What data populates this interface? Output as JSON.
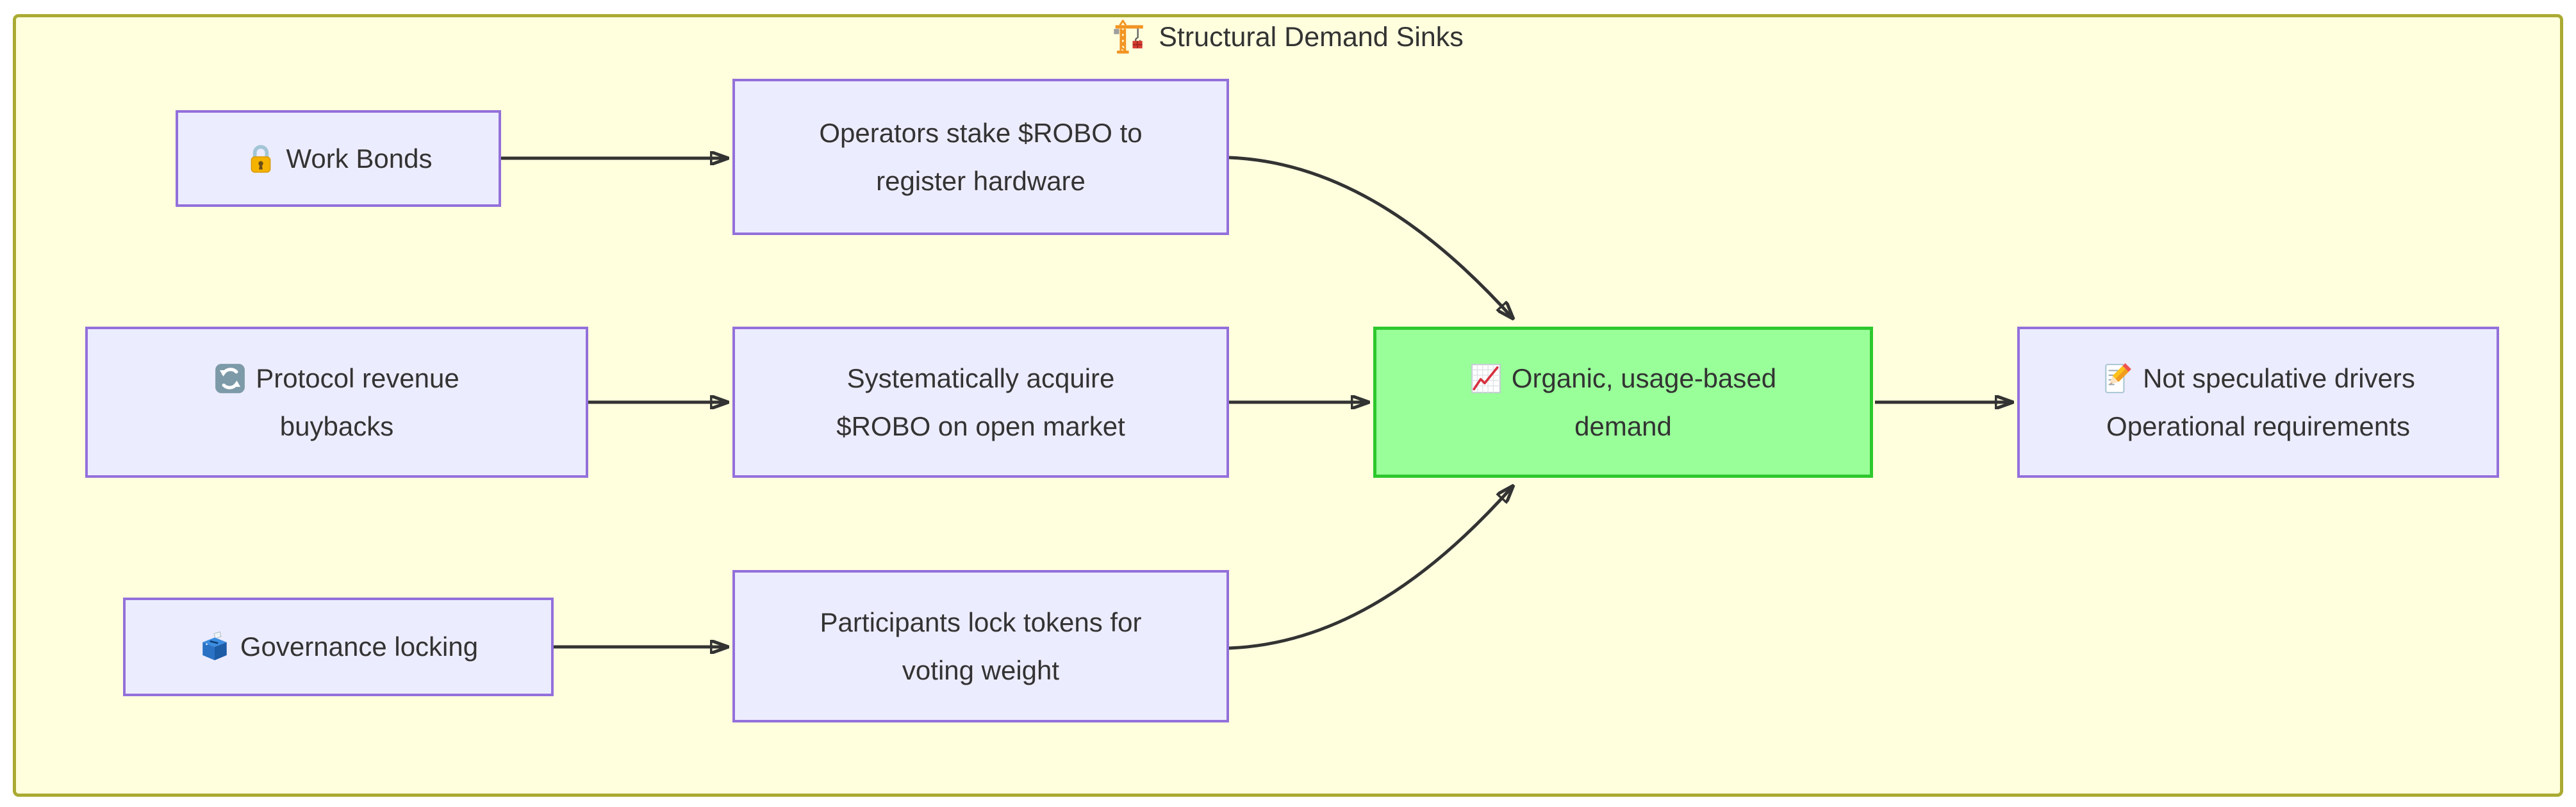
{
  "diagram": {
    "title": {
      "icon": "building-construction-icon",
      "text": "Structural Demand Sinks"
    },
    "nodes": [
      {
        "id": "work-bonds",
        "icon": "locked-icon",
        "lines": [
          "Work Bonds"
        ]
      },
      {
        "id": "operators-stake",
        "lines": [
          "Operators stake $ROBO to",
          "register hardware"
        ]
      },
      {
        "id": "protocol-buybacks",
        "icon": "counterclockwise-arrows-icon",
        "lines": [
          "Protocol revenue",
          "buybacks"
        ]
      },
      {
        "id": "acquire-open-market",
        "lines": [
          "Systematically acquire",
          "$ROBO on open market"
        ]
      },
      {
        "id": "governance-locking",
        "icon": "ballot-box-icon",
        "lines": [
          "Governance locking"
        ]
      },
      {
        "id": "participants-lock",
        "lines": [
          "Participants lock tokens for",
          "voting weight"
        ]
      },
      {
        "id": "organic-demand",
        "icon": "chart-increasing-icon",
        "lines": [
          "Organic, usage-based",
          "demand"
        ],
        "highlight": true
      },
      {
        "id": "not-speculative",
        "icon": "memo-icon",
        "lines": [
          "Not speculative drivers",
          "Operational requirements"
        ]
      }
    ],
    "edges": [
      {
        "from": "work-bonds",
        "to": "operators-stake"
      },
      {
        "from": "operators-stake",
        "to": "organic-demand"
      },
      {
        "from": "protocol-buybacks",
        "to": "acquire-open-market"
      },
      {
        "from": "acquire-open-market",
        "to": "organic-demand"
      },
      {
        "from": "governance-locking",
        "to": "participants-lock"
      },
      {
        "from": "participants-lock",
        "to": "organic-demand"
      },
      {
        "from": "organic-demand",
        "to": "not-speculative"
      }
    ],
    "colors": {
      "page_bg": "#ffffff",
      "cluster_fill": "#ffffde",
      "cluster_border": "#aaaa33",
      "node_fill": "#ececff",
      "node_border": "#9370db",
      "node_text": "#333333",
      "highlight_fill": "#99ff99",
      "highlight_border": "#2dc82d",
      "edge_color": "#333333"
    }
  }
}
